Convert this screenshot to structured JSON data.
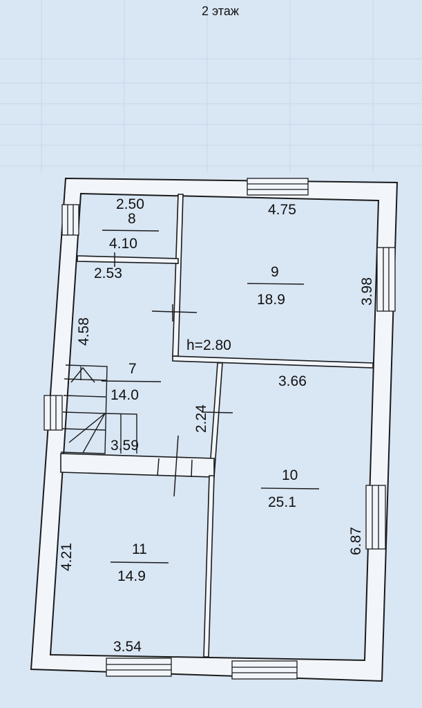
{
  "floor_title": "2 этаж",
  "ceiling_height": "h=2.80",
  "rooms": [
    {
      "number": "8",
      "area": "4.10"
    },
    {
      "number": "9",
      "area": "18.9"
    },
    {
      "number": "7",
      "area": "14.0"
    },
    {
      "number": "10",
      "area": "25.1"
    },
    {
      "number": "11",
      "area": "14.9"
    }
  ],
  "dimensions": [
    "2.50",
    "4.75",
    "2.53",
    "3.98",
    "4.58",
    "3.66",
    "2.24",
    "3.59",
    "6.87",
    "4.21",
    "3.54"
  ],
  "colors": {
    "paper": "#d9e6f4",
    "wall_fill": "#f2f6fb",
    "ink": "#1a1a1a"
  }
}
